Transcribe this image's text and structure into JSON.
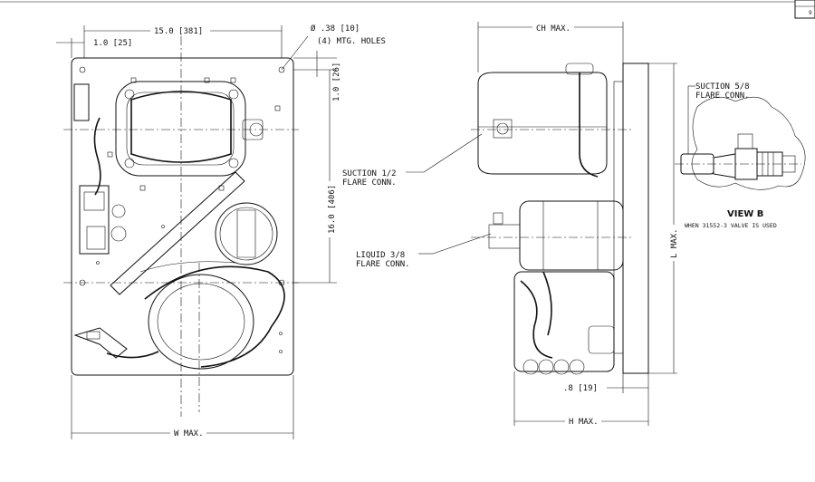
{
  "front_view": {
    "width_overall": "15.0 [381]",
    "edge_offset": "1.0 [25]",
    "hole_diameter": "Ø .38 [10]",
    "hole_note": "(4) MTG. HOLES",
    "top_offset": "1.0 [26]",
    "height_overall": "16.0 [406]",
    "width_max": "W MAX."
  },
  "side_view": {
    "ch_max": "CH MAX.",
    "suction_label_1": "SUCTION 1/2",
    "suction_label_2": "FLARE CONN.",
    "liquid_label_1": "LIQUID 3/8",
    "liquid_label_2": "FLARE CONN.",
    "l_max": "L MAX.",
    "bottom_offset": ".8 [19]",
    "h_max": "H MAX."
  },
  "view_b": {
    "suction_label_1": "SUCTION 5/8",
    "suction_label_2": "FLARE CONN.",
    "title": "VIEW B",
    "note": "WHEN 31552-3 VALVE IS USED"
  },
  "title_block": {
    "sheet": "9"
  }
}
